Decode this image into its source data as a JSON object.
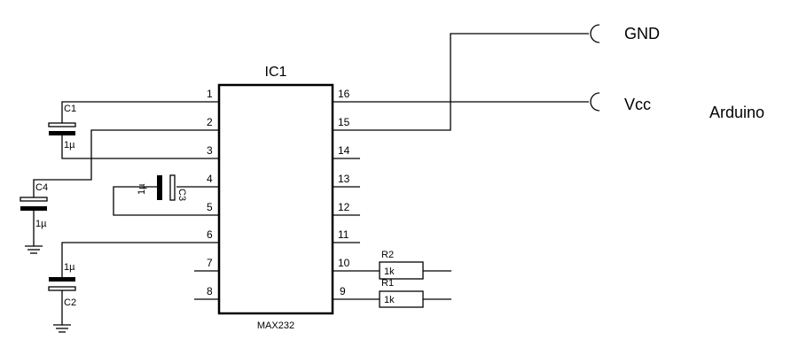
{
  "ic": {
    "ref": "IC1",
    "part": "MAX232",
    "left_pins": [
      "1",
      "2",
      "3",
      "4",
      "5",
      "6",
      "7",
      "8"
    ],
    "right_pins": [
      "16",
      "15",
      "14",
      "13",
      "12",
      "11",
      "10",
      "9"
    ]
  },
  "capacitors": {
    "c1": {
      "ref": "C1",
      "value": "1µ"
    },
    "c2": {
      "ref": "C2",
      "value": "1µ"
    },
    "c3": {
      "ref": "C3",
      "value": "1µ"
    },
    "c4": {
      "ref": "C4",
      "value": "1µ"
    }
  },
  "resistors": {
    "r1": {
      "ref": "R1",
      "value": "1k"
    },
    "r2": {
      "ref": "R2",
      "value": "1k"
    }
  },
  "connectors": {
    "gnd": "GND",
    "vcc": "Vcc",
    "board": "Arduino"
  }
}
